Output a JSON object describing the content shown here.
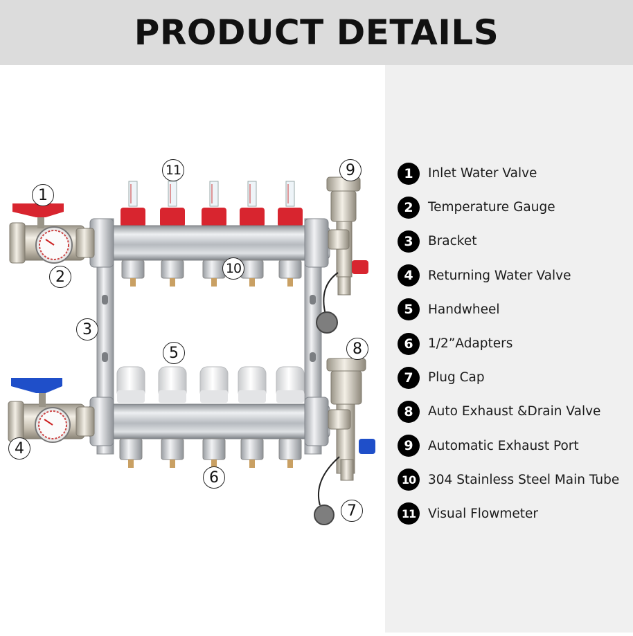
{
  "header": {
    "title": "PRODUCT DETAILS"
  },
  "legend": [
    {
      "num": "1",
      "label": "Inlet Water Valve"
    },
    {
      "num": "2",
      "label": "Temperature Gauge"
    },
    {
      "num": "3",
      "label": "Bracket"
    },
    {
      "num": "4",
      "label": "Returning Water Valve"
    },
    {
      "num": "5",
      "label": "Handwheel"
    },
    {
      "num": "6",
      "label": "1/2”Adapters"
    },
    {
      "num": "7",
      "label": "Plug Cap"
    },
    {
      "num": "8",
      "label": "Auto Exhaust &Drain Valve"
    },
    {
      "num": "9",
      "label": "Automatic Exhaust Port"
    },
    {
      "num": "10",
      "label": "304 Stainless Steel Main Tube"
    },
    {
      "num": "11",
      "label": "Visual Flowmeter"
    }
  ],
  "callouts": {
    "c1": "1",
    "c2": "2",
    "c3": "3",
    "c4": "4",
    "c5": "5",
    "c6": "6",
    "c7": "7",
    "c8": "8",
    "c9": "9",
    "c10": "10",
    "c11": "11"
  },
  "colors": {
    "header_bg": "#dcdcdc",
    "panel_bg": "#f0f0f0",
    "inlet_red": "#d8252f",
    "return_blue": "#1f4fc9",
    "steel": "#c8cbcf",
    "brass": "#cfc6b2"
  }
}
